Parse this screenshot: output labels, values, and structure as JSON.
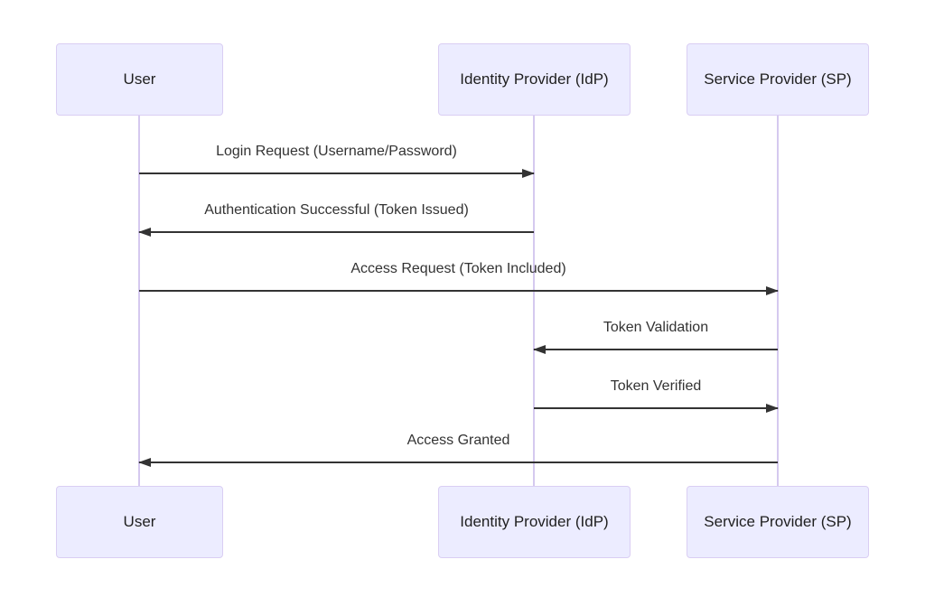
{
  "diagram": {
    "type": "sequence-diagram",
    "actors": [
      {
        "id": "user",
        "label": "User"
      },
      {
        "id": "idp",
        "label": "Identity Provider (IdP)"
      },
      {
        "id": "sp",
        "label": "Service Provider (SP)"
      }
    ],
    "messages": [
      {
        "from": "user",
        "to": "idp",
        "direction": "right",
        "label": "Login Request (Username/Password)"
      },
      {
        "from": "idp",
        "to": "user",
        "direction": "left",
        "label": "Authentication Successful (Token Issued)"
      },
      {
        "from": "user",
        "to": "sp",
        "direction": "right",
        "label": "Access Request (Token Included)"
      },
      {
        "from": "sp",
        "to": "idp",
        "direction": "left",
        "label": "Token Validation"
      },
      {
        "from": "idp",
        "to": "sp",
        "direction": "right",
        "label": "Token Verified"
      },
      {
        "from": "sp",
        "to": "user",
        "direction": "left",
        "label": "Access Granted"
      }
    ],
    "colors": {
      "background": "#FFFFFF",
      "actor_fill": "#ECECFF",
      "actor_border": "#DACEF3",
      "lifeline": "#D5C9EF",
      "arrow": "#333333",
      "text": "#333333"
    }
  }
}
